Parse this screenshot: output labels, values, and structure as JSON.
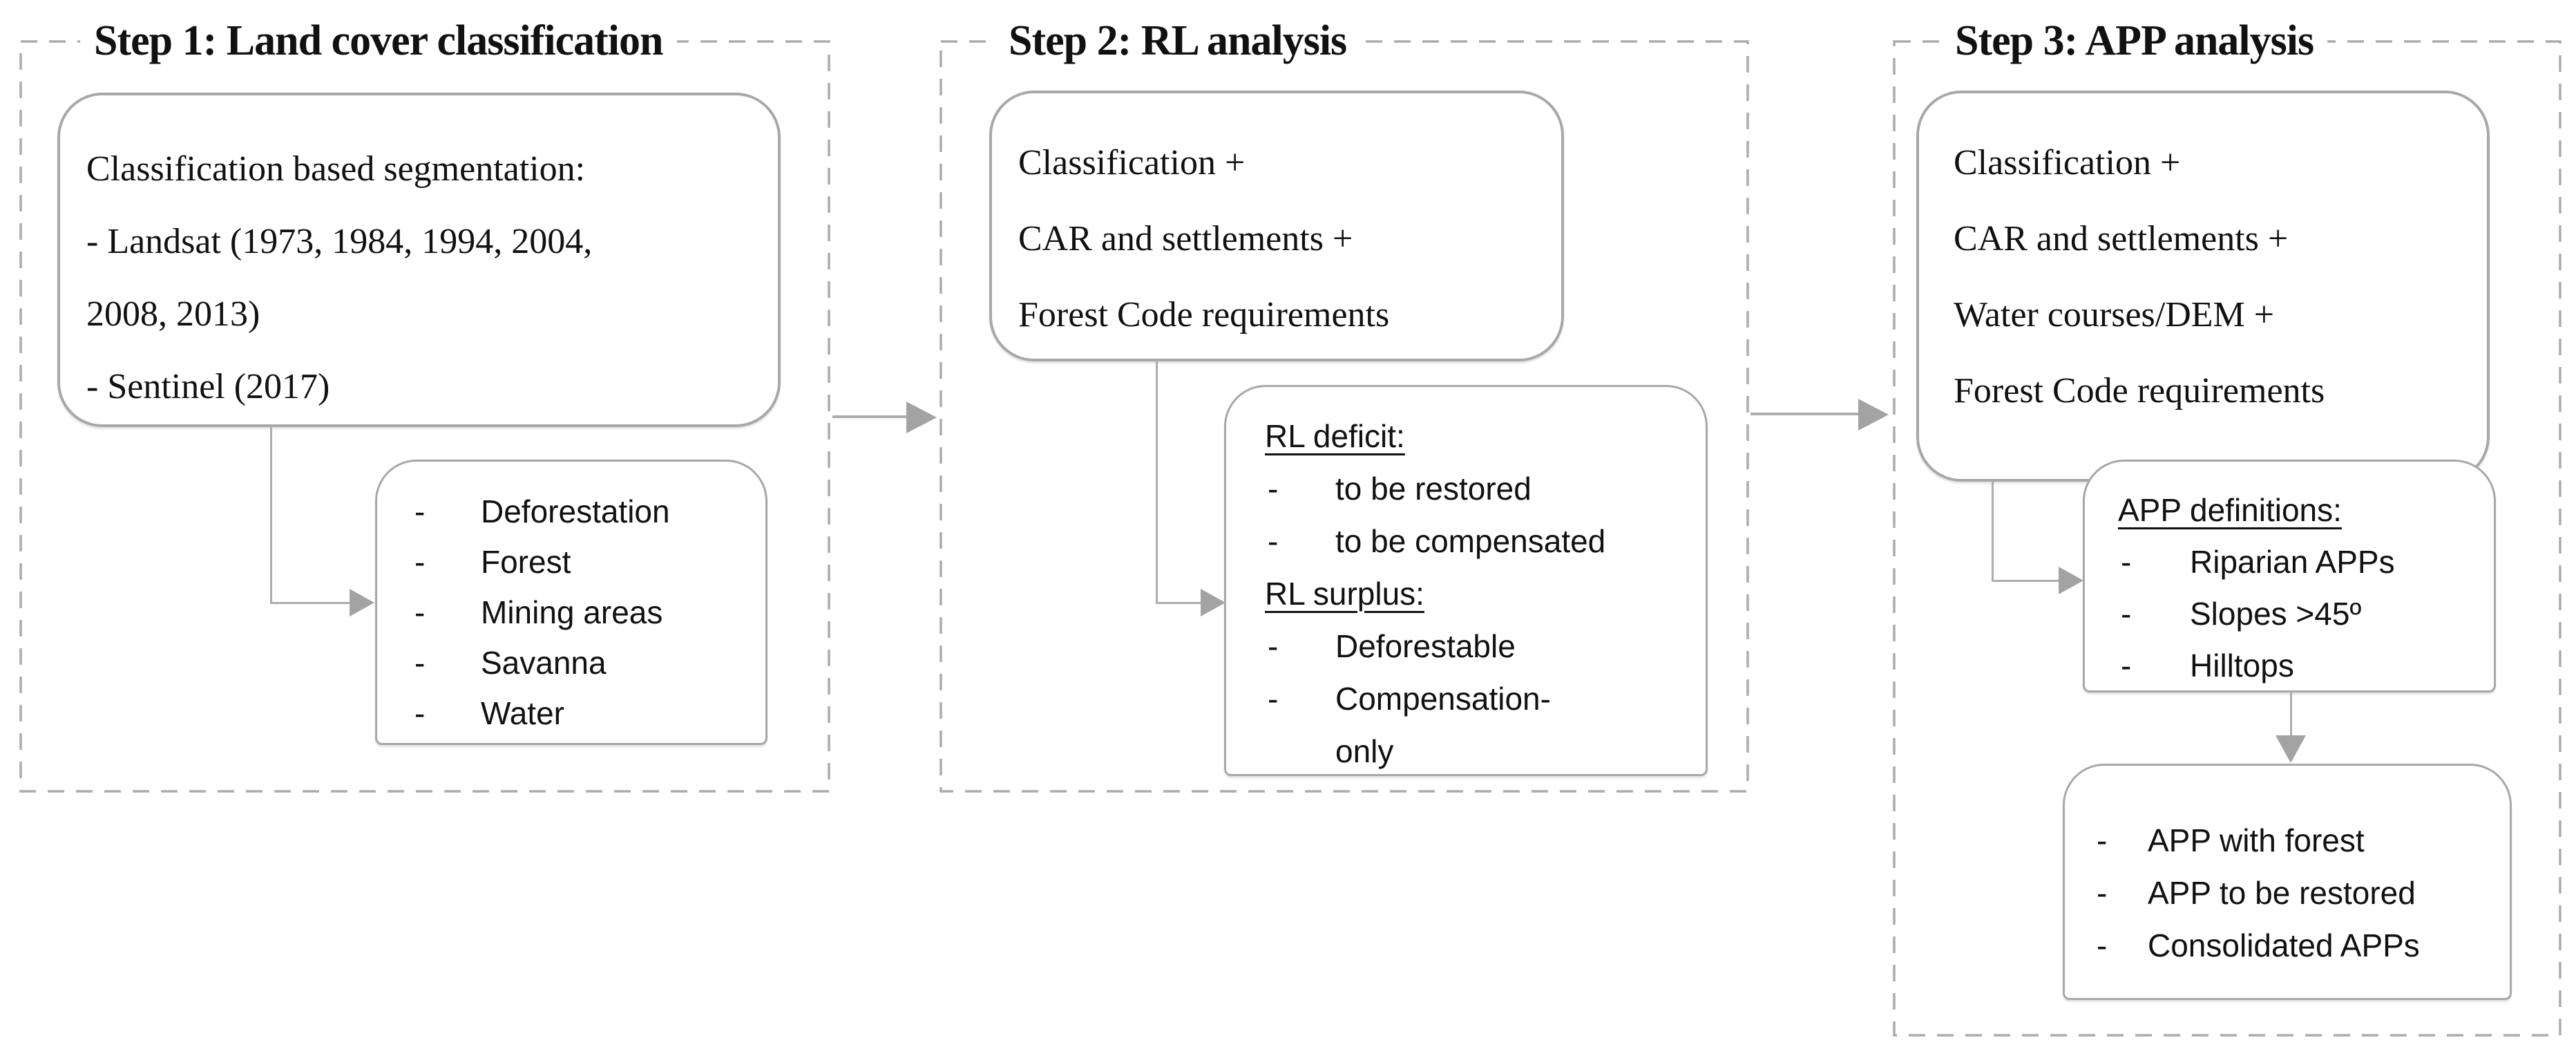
{
  "figure": {
    "type": "three-step methodology flow diagram",
    "background": "#ffffff"
  },
  "colors": {
    "box_border": "#a8a8a8",
    "dashed_border": "#ababab",
    "connector_line": "#adadad",
    "arrowhead": "#a3a3a3",
    "text": "#111111"
  },
  "ui": {
    "bullet": "-"
  },
  "steps": [
    {
      "title": "Step 1: Land cover classification",
      "main_box": {
        "lines": [
          "Classification based segmentation:",
          "- Landsat (1973, 1984, 1994, 2004,",
          "2008, 2013)",
          "- Sentinel (2017)"
        ]
      },
      "sub_box": {
        "items": [
          "Deforestation",
          "Forest",
          "Mining areas",
          "Savanna",
          "Water"
        ]
      }
    },
    {
      "title": "Step 2: RL analysis",
      "main_box": {
        "lines": [
          "Classification +",
          "CAR and settlements +",
          "Forest Code requirements"
        ]
      },
      "sub_box": {
        "rows": [
          {
            "type": "header",
            "text": "RL deficit:"
          },
          {
            "type": "item",
            "text": "to be restored"
          },
          {
            "type": "item",
            "text": "to be compensated"
          },
          {
            "type": "header",
            "text": "RL surplus:"
          },
          {
            "type": "item",
            "text": "Deforestable"
          },
          {
            "type": "item",
            "text": "Compensation-"
          },
          {
            "type": "continuation",
            "text": "only"
          }
        ]
      }
    },
    {
      "title": "Step 3: APP analysis",
      "main_box": {
        "lines": [
          "Classification +",
          "CAR and settlements +",
          "Water courses/DEM +",
          "Forest Code requirements"
        ]
      },
      "definitions_box": {
        "header": "APP definitions:",
        "items": [
          "Riparian APPs",
          "Slopes >45º",
          "Hilltops"
        ]
      },
      "results_box": {
        "items": [
          "APP with forest",
          "APP to be restored",
          "Consolidated APPs"
        ]
      }
    }
  ]
}
